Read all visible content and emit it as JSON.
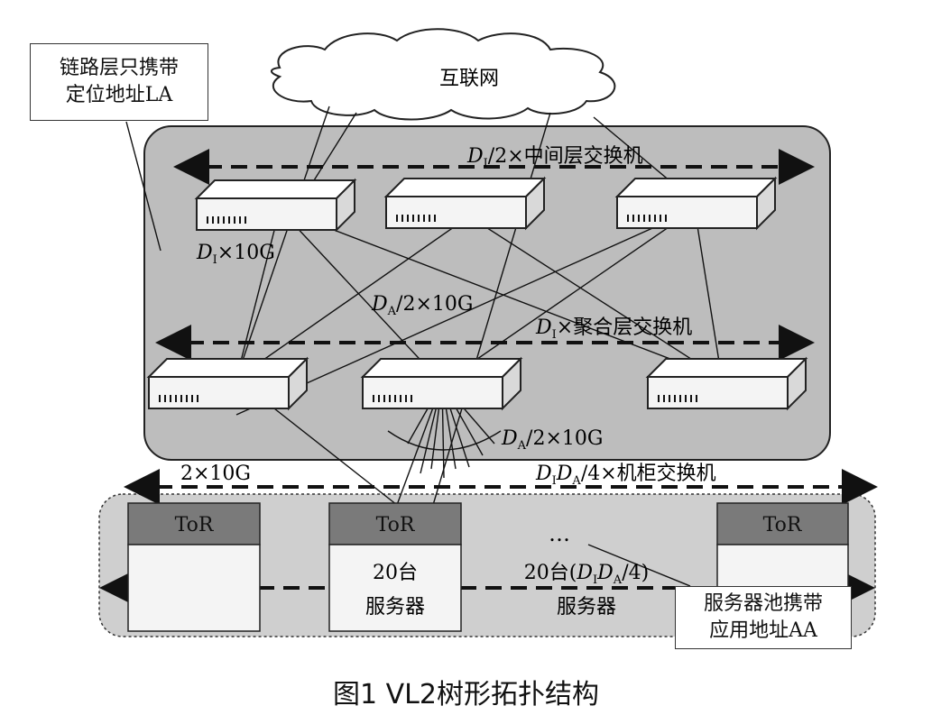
{
  "notes": {
    "la_line1": "链路层只携带",
    "la_line2": "定位地址LA",
    "aa_line1": "服务器池携带",
    "aa_line2": "应用地址AA"
  },
  "cloud_label": "互联网",
  "layers": {
    "intermediate": {
      "count_var": "D",
      "count_sub": "I",
      "rest": "/2×中间层交换机"
    },
    "aggregation": {
      "count_var": "D",
      "count_sub": "I",
      "rest": "×聚合层交换机"
    },
    "tor": {
      "count_var1": "D",
      "count_sub1": "I",
      "count_var2": "D",
      "count_sub2": "A",
      "rest": "/4×机柜交换机"
    }
  },
  "links": {
    "di_10g": {
      "var": "D",
      "sub": "I",
      "rest": "×10G"
    },
    "da_10g_upper": {
      "var": "D",
      "sub": "A",
      "rest": "/2×10G"
    },
    "da_10g_lower": {
      "var": "D",
      "sub": "A",
      "rest": "/2×10G"
    },
    "tor_uplink": "2×10G"
  },
  "tor": {
    "label": "ToR",
    "rack2_line1": "20台",
    "rack2_line2": "服务器",
    "pool_prefix": "20台(",
    "pool_var1": "D",
    "pool_sub1": "I",
    "pool_var2": "D",
    "pool_sub2": "A",
    "pool_suffix": "/4)",
    "pool_line2": "服务器",
    "ellipsis": "…"
  },
  "caption": "图1  VL2树形拓扑结构"
}
